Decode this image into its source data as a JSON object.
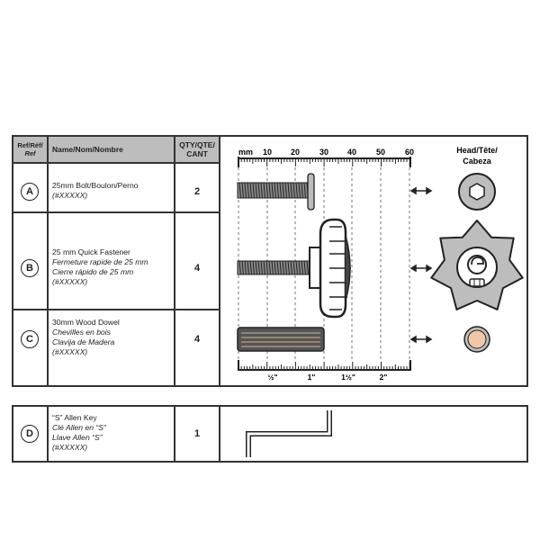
{
  "headers": {
    "ref": [
      "Ref/Réf/",
      "Ref"
    ],
    "name": "Name/Nom/Nombre",
    "qty": [
      "QTY/QTE/",
      "CANT"
    ],
    "head": [
      "Head/Tête/",
      "Cabeza"
    ]
  },
  "ruler": {
    "unit": "mm",
    "mm_labels": [
      "10",
      "20",
      "30",
      "40",
      "50",
      "60"
    ],
    "inch_labels": [
      "½\"",
      "1\"",
      "1½\"",
      "2\""
    ]
  },
  "items": [
    {
      "ref": "A",
      "name_lines": [
        "25mm Bolt/Boulon/Perno"
      ],
      "italic_lines": [
        "(#XXXXX)"
      ],
      "qty": "2"
    },
    {
      "ref": "B",
      "name_lines": [
        "25 mm Quick Fastener"
      ],
      "italic_lines": [
        "Fermeture rapide de 25 mm",
        "Cierre rápido de 25 mm",
        "(#XXXXX)"
      ],
      "qty": "4"
    },
    {
      "ref": "C",
      "name_lines": [
        "30mm Wood Dowel"
      ],
      "italic_lines": [
        "Chevilles en bois",
        "Clavija de Madera",
        "(#XXXXX)"
      ],
      "qty": "4"
    },
    {
      "ref": "D",
      "name_lines": [
        "“S” Allen Key"
      ],
      "italic_lines": [
        "Clé Allen en “S”",
        "Llave Allen “S”",
        "(#XXXXX)"
      ],
      "qty": "1"
    }
  ],
  "colors": {
    "header_bg": "#bdbdbd",
    "border": "#333333",
    "dowel_head": "#f0c8a8"
  }
}
